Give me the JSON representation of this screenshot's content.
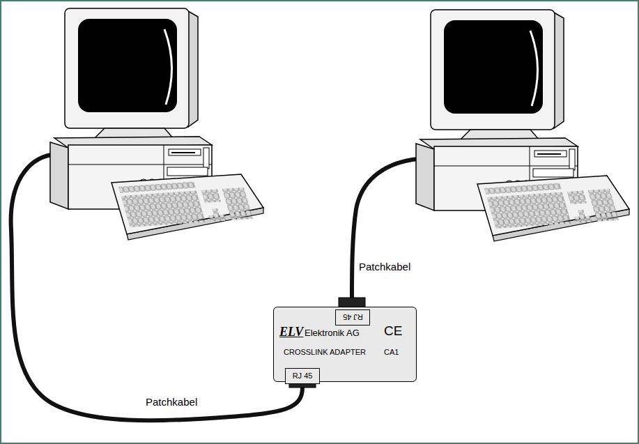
{
  "diagram": {
    "nodes": [
      {
        "text": [
          "ELV",
          "Elektronik AG",
          "CE",
          "CROSSLINK ADAPTER",
          "CA1"
        ]
      },
      {
        "text": [
          "RJ 45"
        ],
        "in": 0
      },
      {
        "text": [
          "RJ 45"
        ],
        "in": 0
      }
    ],
    "labels": [
      "Patchkabel",
      "Patchkabel"
    ]
  }
}
